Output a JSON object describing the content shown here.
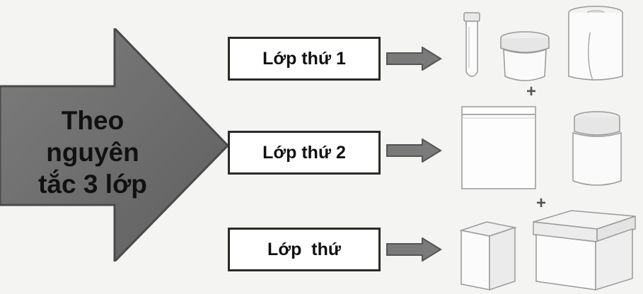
{
  "main_label": {
    "line1": "Theo",
    "line2": "nguyên",
    "line3": "tắc 3 lớp"
  },
  "layers": [
    {
      "label": "Lớp thứ 1",
      "items": [
        "test-tube",
        "specimen-cup",
        "absorbent-roll"
      ]
    },
    {
      "label": "Lớp thứ 2",
      "items": [
        "zip-bag",
        "specimen-jar"
      ]
    },
    {
      "label": "Lớp  thứ",
      "items": [
        "small-box",
        "large-box"
      ]
    }
  ],
  "plus_sign": "+",
  "colors": {
    "big_arrow": "#6f6f6f",
    "small_arrow": "#7a7a7a",
    "box_border": "#2a2a2a"
  }
}
